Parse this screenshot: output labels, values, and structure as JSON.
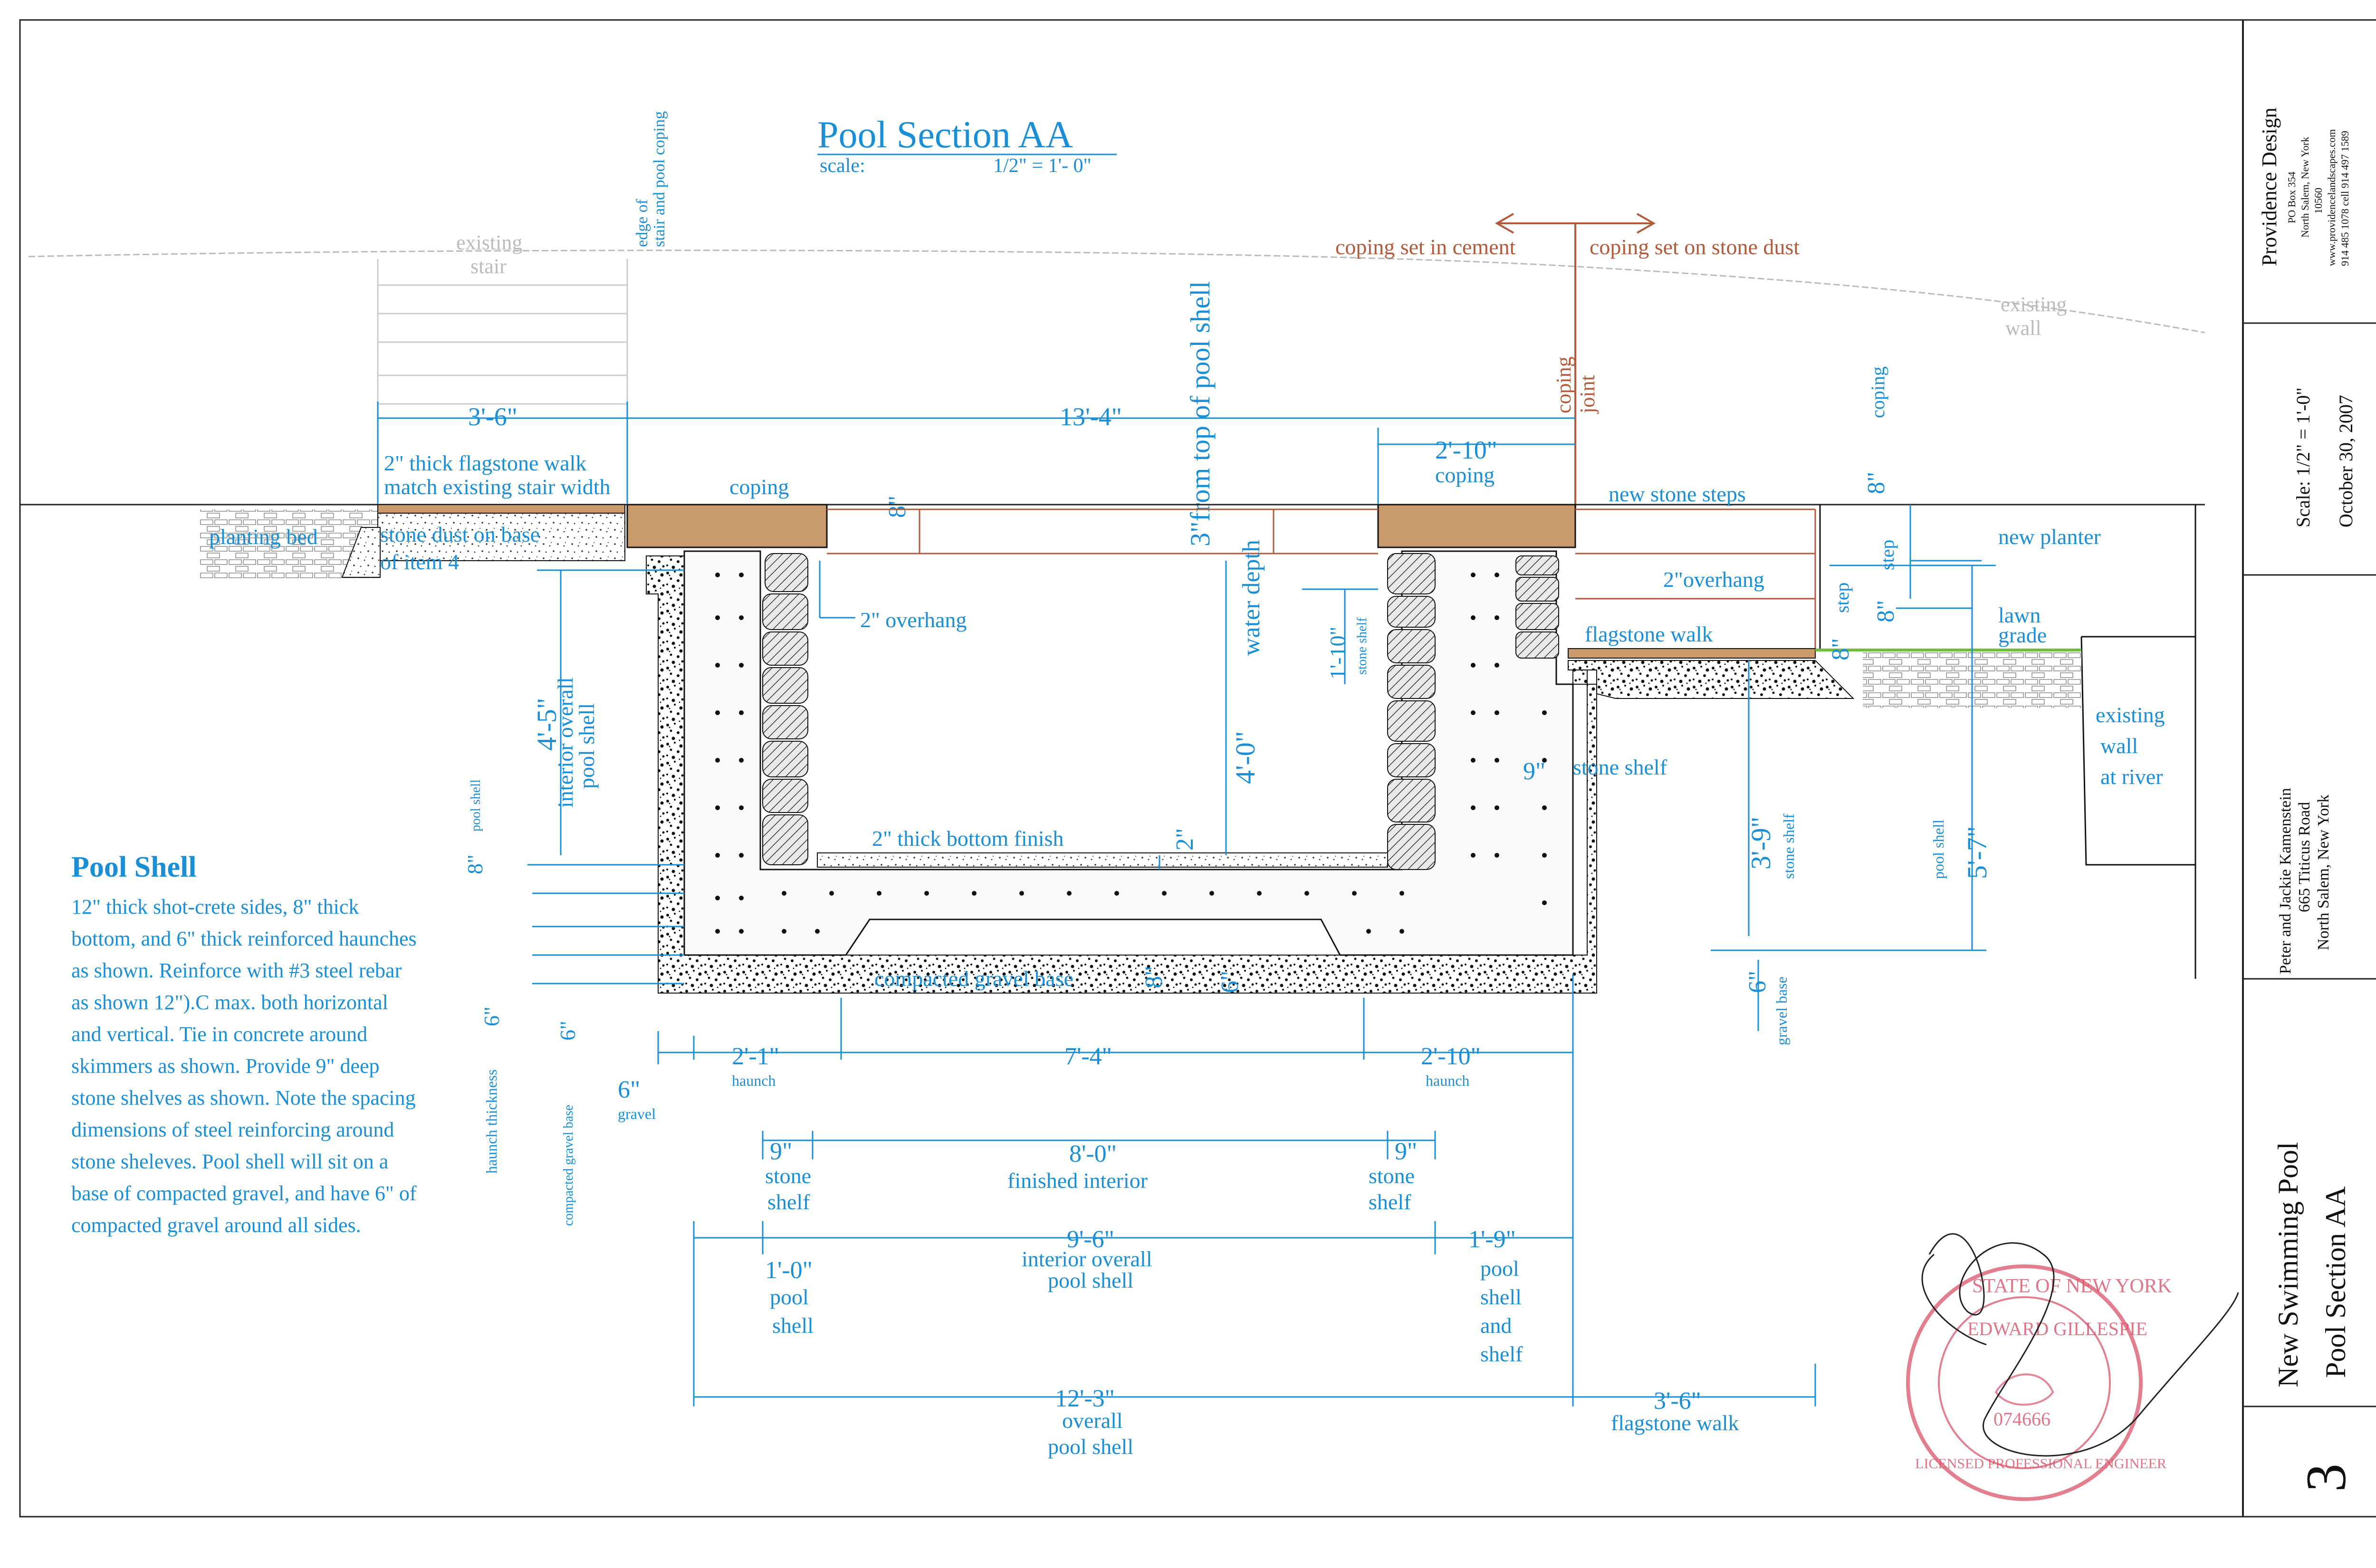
{
  "title": {
    "heading": "Pool Section AA",
    "scale_label": "scale:",
    "scale_value": "1/2\" = 1'- 0\""
  },
  "labels": {
    "existing_stair_1": "existing",
    "existing_stair_2": "stair",
    "edge_of_stair_1": "edge of",
    "edge_of_stair_2": "stair and pool coping",
    "existing_wall_1": "existing",
    "existing_wall_2": "wall",
    "coping_cement": "coping set in cement",
    "coping_stone_dust": "coping set on stone dust",
    "coping_joint_1": "coping",
    "coping_joint_2": "joint",
    "from_top_of_shell": "3\"from top of pool shell",
    "flagstone_walk_note_1": "2\" thick flagstone walk",
    "flagstone_walk_note_2": "match existing stair width",
    "coping_left": "coping",
    "coping_right": "coping",
    "new_stone_steps": "new stone steps",
    "planting_bed": "planting bed",
    "stone_dust_1": "stone dust on base",
    "stone_dust_2": "of item 4",
    "overhang_left": "2\" overhang",
    "overhang_right": "2\"overhang",
    "flagstone_walk": "flagstone walk",
    "new_planter": "new planter",
    "lawn_grade_1": "lawn",
    "lawn_grade_2": "grade",
    "existing_wall_river_1": "existing",
    "existing_wall_river_2": "wall",
    "existing_wall_river_3": "at river",
    "interior_overall_1": "interior overall",
    "interior_overall_2": "pool shell",
    "water_depth": "water depth",
    "stone_shelf_label": "stone shelf",
    "stone_shelf_small": "stone shelf",
    "stone_shelf_small_2": "stone shelf",
    "bottom_finish": "2\" thick bottom finish",
    "compacted_gravel_base": "compacted gravel base",
    "pool_shell_small": "pool shell",
    "pool_shell_small_2": "pool shell",
    "haunch_thickness": "haunch thickness",
    "compacted_gravel_small": "compacted gravel base",
    "gravel_base_small": "gravel base",
    "gravel_small": "gravel",
    "step_a": "step",
    "step_b": "step",
    "coping_small": "coping"
  },
  "dims": {
    "d_3_6_top": "3'-6\"",
    "d_13_4": "13'-4\"",
    "d_2_10_top": "2'-10\"",
    "d_8_coping_left": "8\"",
    "d_8_coping_right": "8\"",
    "d_1_10": "1'-10\"",
    "d_4_5": "4'-5\"",
    "d_4_0": "4'-0\"",
    "d_9_shelf": "9\"",
    "d_3_9": "3'-9\"",
    "d_5_7": "5'-7\"",
    "d_8_step_a": "8\"",
    "d_8_step_b": "8\"",
    "d_2_bottom": "2\"",
    "d_8_shell_bottom": "8\"",
    "d_6_haunch": "6\"",
    "d_6_gravel_right": "6\"",
    "d_8_shell_left": "8\"",
    "d_6_haunch_left": "6\"",
    "d_6_gravel_left": "6\"",
    "d_6_gravel": "6\"",
    "d_2_1": "2'-1\"",
    "haunch_1": "haunch",
    "d_7_4": "7'-4\"",
    "d_2_10_bottom": "2'-10\"",
    "haunch_2": "haunch",
    "d_9_left": "9\"",
    "stone_1": "stone",
    "shelf_1": "shelf",
    "d_8_0": "8'-0\"",
    "finished_interior": "finished interior",
    "d_9_right": "9\"",
    "stone_2": "stone",
    "shelf_2": "shelf",
    "d_9_6": "9'-6\"",
    "interior_overall_a": "interior overall",
    "interior_overall_b": "pool shell",
    "d_1_0": "1'-0\"",
    "pool_a": "pool",
    "shell_a": "shell",
    "d_1_9": "1'-9\"",
    "pool_b": "pool",
    "shell_b": "shell",
    "and_b": "and",
    "shelf_b": "shelf",
    "d_12_3": "12'-3\"",
    "overall": "overall",
    "overall_shell": "pool shell",
    "d_3_6_bottom": "3'-6\"",
    "flagstone_walk": "flagstone walk"
  },
  "notes": {
    "heading": "Pool Shell",
    "body": "12\" thick shot-crete sides, 8\" thick bottom, and 6\" thick reinforced haunches as shown. Reinforce with #3 steel rebar as shown 12\").C max. both horizontal and vertical. Tie in concrete around skimmers as shown. Provide 9\" deep stone shelves as shown. Note the spacing  dimensions of steel reinforcing around stone sheleves.  Pool shell will sit on a base of compacted gravel, and have 6\" of compacted gravel around all sides."
  },
  "title_block": {
    "firm": "Providence Design",
    "box": "PO Box 354",
    "town": "North Salem, New York",
    "zip": "10560",
    "web": "www.providencelandscapes.com",
    "phone": "914 485 1078   cell 914 497 1589",
    "scale": "Scale: 1/2\" = 1'-0\"",
    "date": "October 30, 2007",
    "client": "Peter and Jackie Kamenstein",
    "road": "665 Titicus Road",
    "client_town": "North Salem, New York",
    "project": "New Swimming Pool",
    "sheet_title": "Pool Section AA",
    "sheet_number": "3"
  },
  "stamp": {
    "top": "STATE OF NEW YORK",
    "name": "EDWARD GILLESPIE",
    "license": "074666",
    "bottom": "LICENSED PROFESSIONAL ENGINEER"
  },
  "colors": {
    "dimension": "#1a8fd6",
    "coping_note": "#b25a3a",
    "stamp": "#d9536a",
    "lawn": "#6dbf3a"
  }
}
